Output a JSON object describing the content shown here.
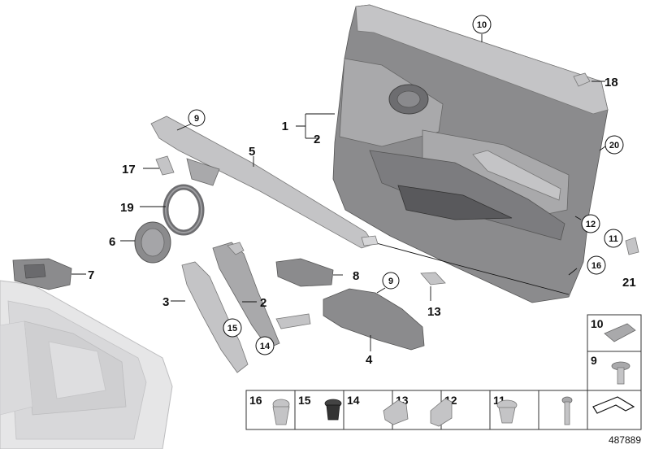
{
  "diagram_number": "487889",
  "callouts": [
    "1",
    "2",
    "2",
    "3",
    "4",
    "5",
    "6",
    "7",
    "8",
    "9",
    "9",
    "10",
    "11",
    "12",
    "13",
    "14",
    "15",
    "16",
    "17",
    "18",
    "19",
    "20",
    "21"
  ],
  "parts_table": {
    "right_column": [
      "10",
      "9"
    ],
    "bottom_row": [
      "16",
      "15",
      "14",
      "13",
      "12",
      "11"
    ]
  }
}
